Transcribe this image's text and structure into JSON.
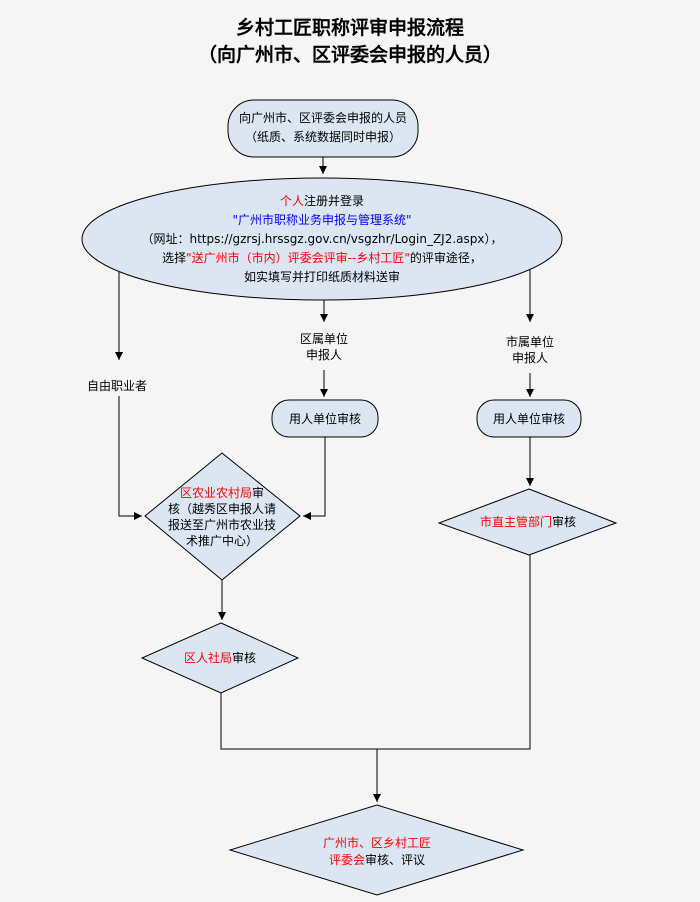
{
  "title": {
    "line1": "乡村工匠职称评审申报流程",
    "line2": "（向广州市、区评委会申报的人员）"
  },
  "nodes": {
    "start": {
      "line1": "向广州市、区评委会申报的人员",
      "line2": "（纸质、系统数据同时申报）"
    },
    "register": {
      "l1_red": "个人",
      "l1_black": "注册并登录",
      "l2_blue": "\"广州市职称业务申报与管理系统\"",
      "l3": "（网址：https://gzrsj.hrssgz.gov.cn/vsgzhr/Login_ZJ2.aspx），",
      "l4_pre": "选择",
      "l4_red": "\"送广州市（市内）评委会评审--乡村工匠\"",
      "l4_post": "的评审途径，",
      "l5": "如实填写并打印纸质材料送审"
    },
    "freelancer_label": "自由职业者",
    "district_label": {
      "line1": "区属单位",
      "line2": "申报人"
    },
    "city_label": {
      "line1": "市属单位",
      "line2": "申报人"
    },
    "employer_left": "用人单位审核",
    "employer_right": "用人单位审核",
    "district_agri": {
      "red": "区农业农村局",
      "l1_rest": "审",
      "l2": "核（越秀区申报人请",
      "l3": "报送至广州市农业技",
      "l4": "术推广中心）"
    },
    "city_dept": {
      "red": "市直主管部门",
      "rest": "审核"
    },
    "district_hr": {
      "red": "区人社局",
      "rest": "审核"
    },
    "final": {
      "l1_red": "广州市、区乡村工匠",
      "l2_red": "评委会",
      "l2_rest": "审核、评议"
    }
  },
  "colors": {
    "background": "#f5f5f5",
    "shape_fill": "#dce6f2",
    "shape_border": "#000000",
    "text": "#000000",
    "red": "#ff0000",
    "blue": "#0000ff"
  }
}
